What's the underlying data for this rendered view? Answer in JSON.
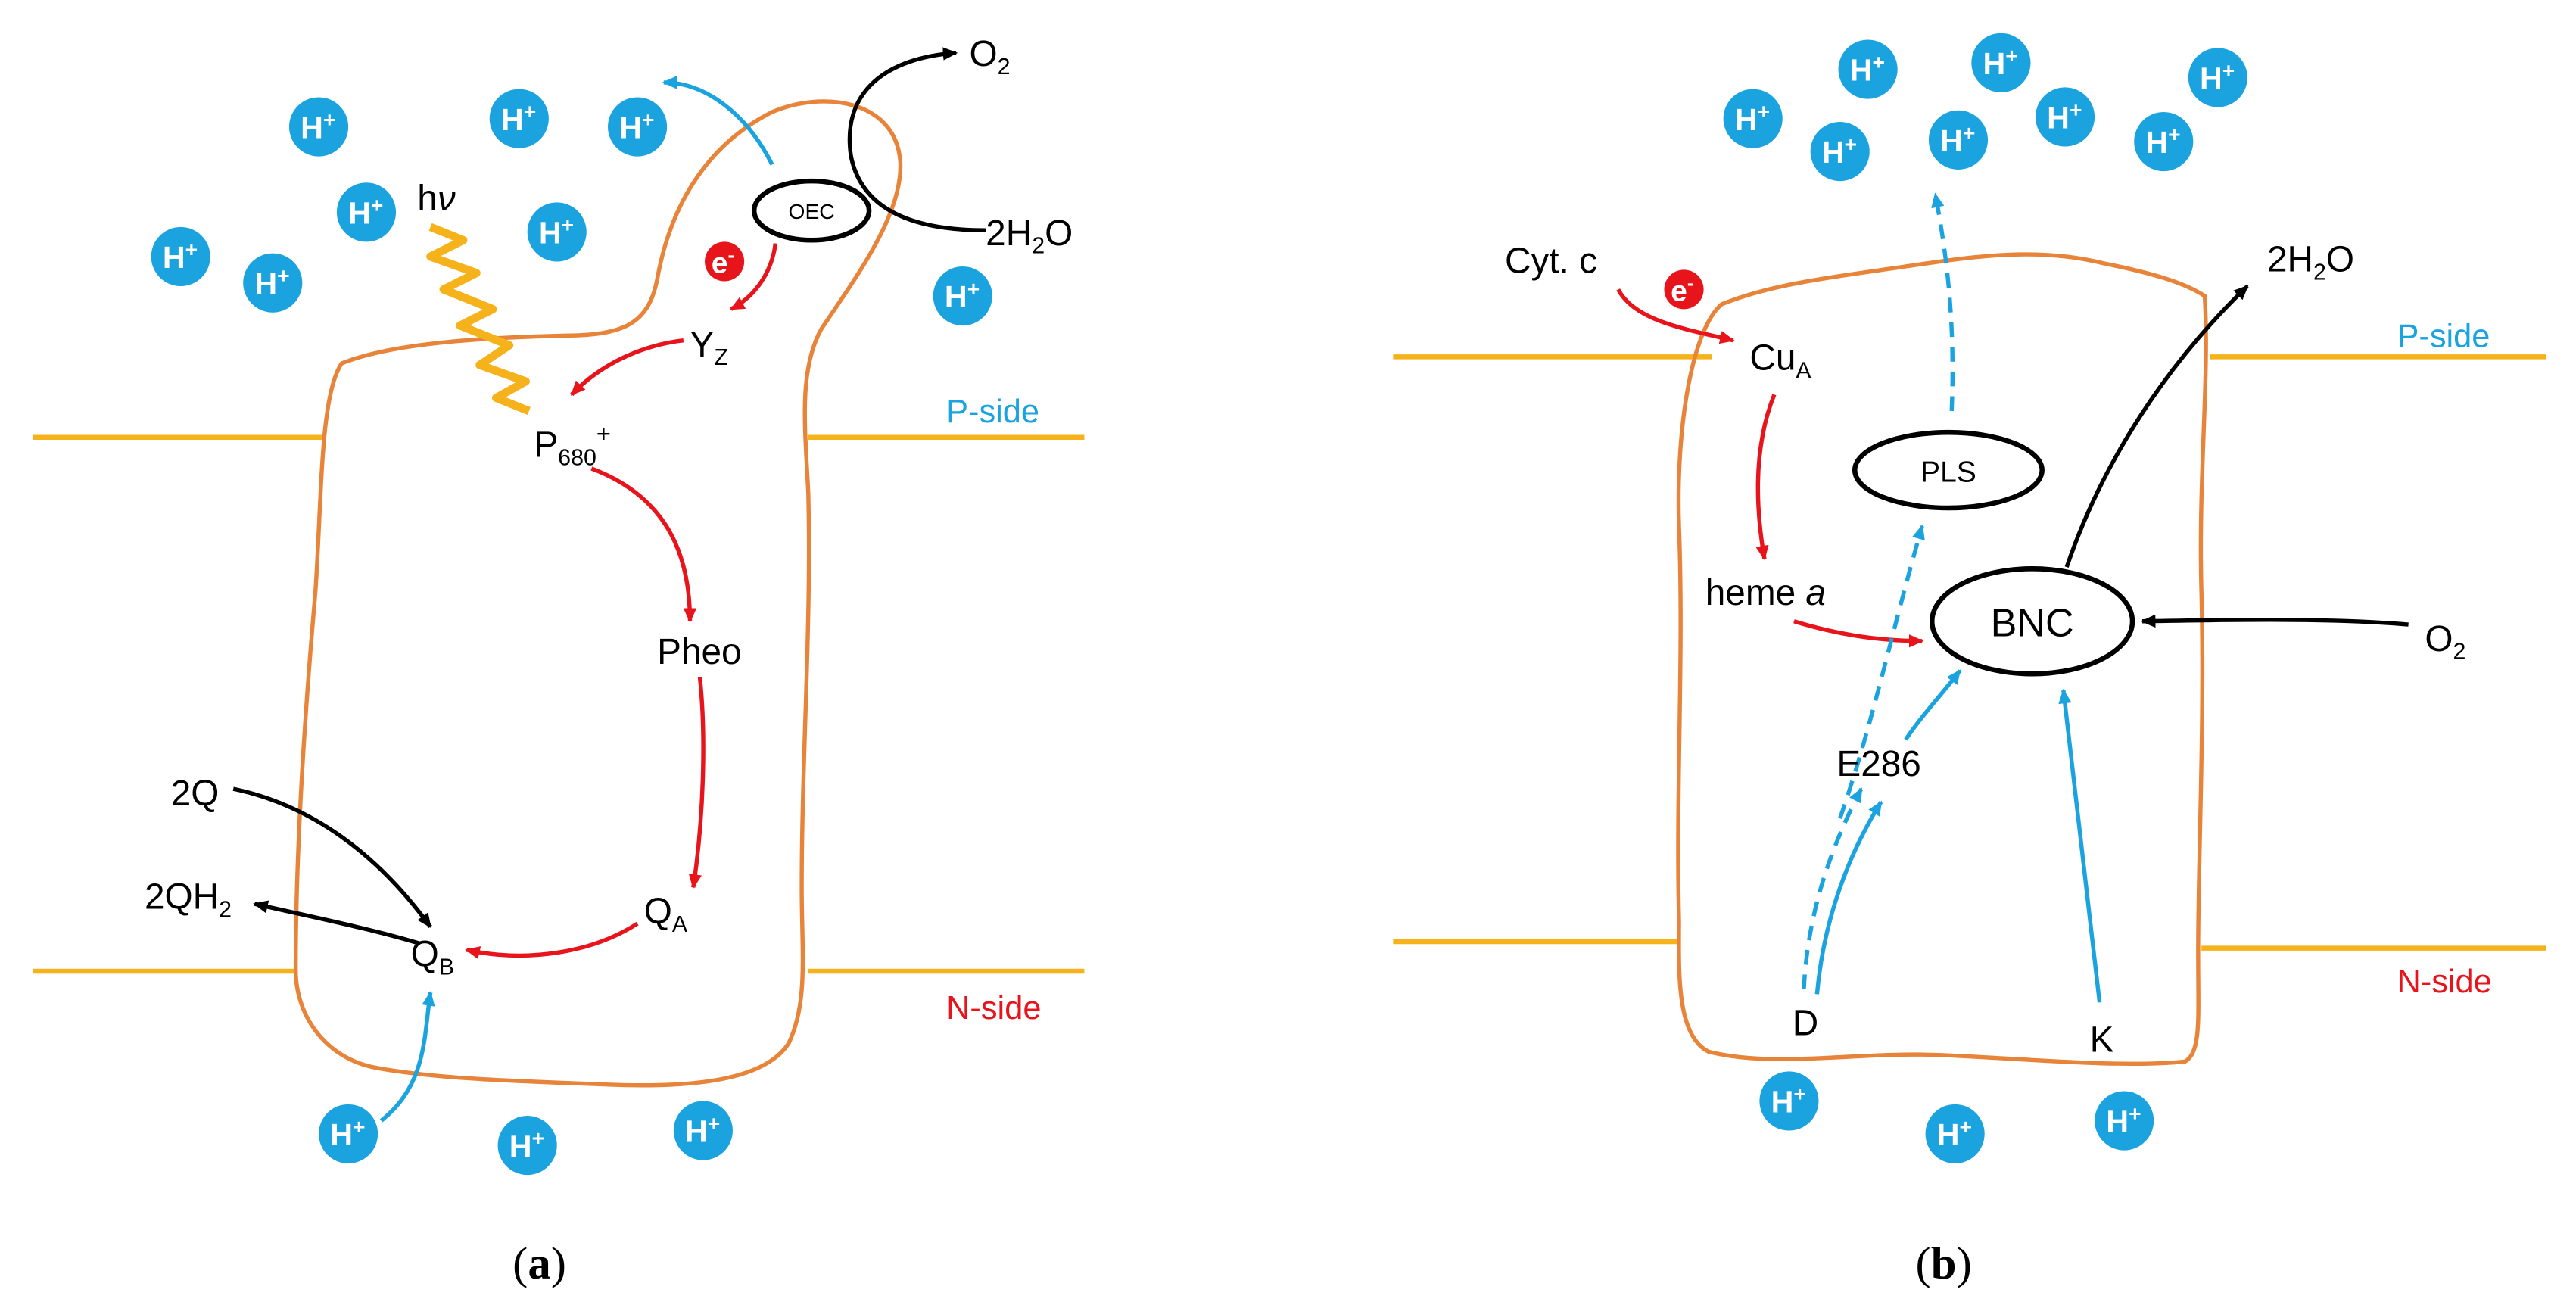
{
  "colors": {
    "membrane": "#f5b21a",
    "protein_outline": "#e8843a",
    "proton": "#1ba3e0",
    "electron": "#e8141b",
    "p_side_text": "#1ba3e0",
    "n_side_text": "#e8141b"
  },
  "panel_a": {
    "caption_open": "(",
    "caption_letter": "a",
    "caption_close": ")",
    "h_label": "h",
    "nu_label": "ν",
    "oec": "OEC",
    "o2_main": "O",
    "o2_sub": "2",
    "water_pre": "2H",
    "water_sub": "2",
    "water_post": "O",
    "e_label": "e",
    "e_sup": "-",
    "yz_main": "Y",
    "yz_sub": "Z",
    "p680_main": "P",
    "p680_sub": "680",
    "p680_sup": "+",
    "pheo": "Pheo",
    "qa_main": "Q",
    "qa_sub": "A",
    "qb_main": "Q",
    "qb_sub": "B",
    "q2": "2Q",
    "qh2_pre": "2QH",
    "qh2_sub": "2",
    "p_side": "P-side",
    "n_side": "N-side",
    "proton_text": "H",
    "proton_sup": "+"
  },
  "panel_b": {
    "caption_open": "(",
    "caption_letter": "b",
    "caption_close": ")",
    "cytc": "Cyt. c",
    "e_label": "e",
    "e_sup": "-",
    "cua_main": "Cu",
    "cua_sub": "A",
    "heme_pre": "heme ",
    "heme_italic": "a",
    "pls": "PLS",
    "bnc": "BNC",
    "o2_main": "O",
    "o2_sub": "2",
    "water_pre": "2H",
    "water_sub": "2",
    "water_post": "O",
    "e286": "E286",
    "d": "D",
    "k": "K",
    "p_side": "P-side",
    "n_side": "N-side",
    "proton_text": "H",
    "proton_sup": "+"
  }
}
